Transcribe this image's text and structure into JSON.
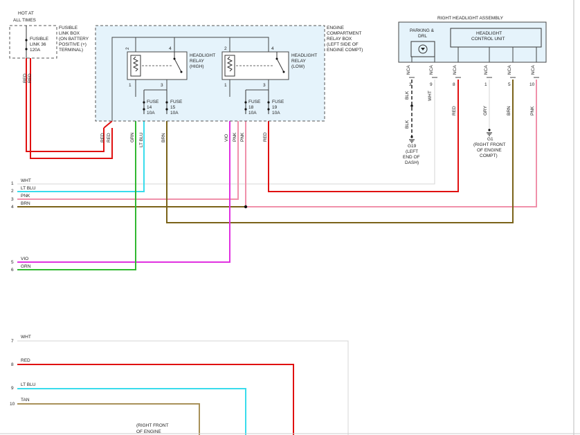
{
  "colors": {
    "RED": "#e01010",
    "WHT": "#d4d4d4",
    "LT BLU": "#38dcec",
    "PNK": "#f090aa",
    "BRN": "#7a6218",
    "VIO": "#e030e0",
    "GRN": "#30b830",
    "TAN": "#a89058",
    "BLK": "#222222",
    "box": "#e5f3fb"
  },
  "power": {
    "hot_line1": "HOT AT",
    "hot_line2": "ALL TIMES",
    "fusible_link_box": [
      "FUSIBLE",
      "LINK BOX",
      "(ON BATTERY",
      "POSITIVE (+)",
      "TERMINAL)"
    ],
    "fusible_link": [
      "FUSIBLE",
      "LINK 36",
      "120A"
    ]
  },
  "relay_box": {
    "label": [
      "ENGINE",
      "COMPARTMENT",
      "RELAY BOX",
      "(LEFT SIDE OF",
      "ENGINE COMPT)"
    ],
    "relay_high": [
      "HEADLIGHT",
      "RELAY",
      "(HIGH)"
    ],
    "relay_low": [
      "HEADLIGHT",
      "RELAY",
      "(LOW)"
    ],
    "relay_high_pins": [
      "2",
      "4",
      "1",
      "3"
    ],
    "relay_low_pins": [
      "2",
      "4",
      "1",
      "3"
    ],
    "fuses": [
      {
        "l1": "FUSE",
        "l2": "14",
        "l3": "10A"
      },
      {
        "l1": "FUSE",
        "l2": "15",
        "l3": "10A"
      },
      {
        "l1": "FUSE",
        "l2": "18",
        "l3": "10A"
      },
      {
        "l1": "FUSE",
        "l2": "19",
        "l3": "10A"
      }
    ]
  },
  "headlight_assembly": {
    "title": "RIGHT HEADLIGHT ASSEMBLY",
    "parking": [
      "PARKING &",
      "DRL"
    ],
    "control_unit": [
      "HEADLIGHT",
      "CONTROL UNIT"
    ],
    "pins": [
      {
        "pin": "3",
        "nca": "NCA"
      },
      {
        "pin": "9",
        "nca": "NCA"
      },
      {
        "pin": "8",
        "nca": "NCA"
      },
      {
        "pin": "1",
        "nca": "NCA"
      },
      {
        "pin": "5",
        "nca": "NCA"
      },
      {
        "pin": "10",
        "nca": "NCA"
      }
    ]
  },
  "wire_labels": {
    "red_a": "RED",
    "red_b": "RED",
    "red_c": "RED",
    "red_d": "RED",
    "grn": "GRN",
    "ltblu": "LT BLU",
    "brn": "BRN",
    "vio": "VIO",
    "pnk": "PNK",
    "blk_a": "BLK",
    "blk_b": "BLK",
    "wht": "WHT",
    "red_hl": "RED",
    "gry": "GRY",
    "brn_hl": "BRN",
    "pnk_hl": "PNK"
  },
  "grounds": {
    "g19": [
      "G19",
      "(LEFT",
      "END OF",
      "DASH)"
    ],
    "g1": [
      "G1",
      "(RIGHT FRONT",
      "OF ENGINE",
      "COMPT)"
    ]
  },
  "connector_rows": [
    {
      "num": "1",
      "color": "WHT"
    },
    {
      "num": "2",
      "color": "LT BLU"
    },
    {
      "num": "3",
      "color": "PNK"
    },
    {
      "num": "4",
      "color": "BRN"
    },
    {
      "num": "5",
      "color": "VIO"
    },
    {
      "num": "6",
      "color": "GRN"
    },
    {
      "num": "7",
      "color": "WHT"
    },
    {
      "num": "8",
      "color": "RED"
    },
    {
      "num": "9",
      "color": "LT BLU"
    },
    {
      "num": "10",
      "color": "TAN"
    }
  ],
  "bottom_label": [
    "(RIGHT FRONT",
    "OF ENGINE"
  ]
}
